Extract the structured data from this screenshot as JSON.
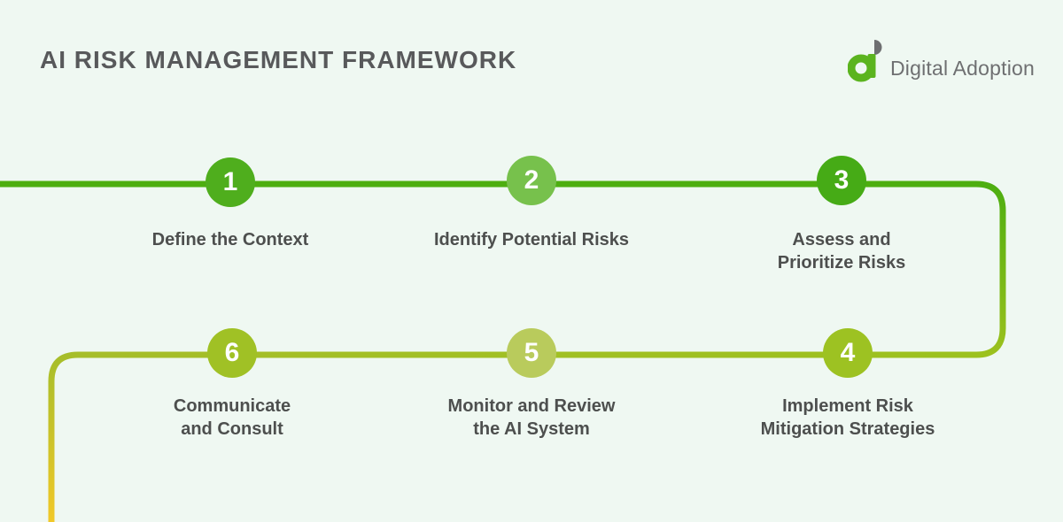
{
  "title": "AI RISK MANAGEMENT FRAMEWORK",
  "logo": {
    "name": "Digital Adoption"
  },
  "colors": {
    "background": "#EFF8F2",
    "title_text": "#58595B",
    "label_text": "#4D4F4E",
    "line_green": "#4DAE10",
    "line_yellow_green": "#9CC11E",
    "line_olive": "#A6BE2A",
    "line_gold": "#F2C829",
    "logo_green": "#5BB41F",
    "logo_gray": "#6E6F71",
    "number_text": "#FFFFFF"
  },
  "steps": [
    {
      "number": "1",
      "color": "#4FAE1D",
      "label_lines": [
        "Define the Context"
      ]
    },
    {
      "number": "2",
      "color": "#77C14C",
      "label_lines": [
        "Identify Potential Risks"
      ]
    },
    {
      "number": "3",
      "color": "#46AB16",
      "label_lines": [
        "Assess and",
        "Prioritize Risks"
      ]
    },
    {
      "number": "4",
      "color": "#9DC222",
      "label_lines": [
        "Implement Risk",
        "Mitigation Strategies"
      ]
    },
    {
      "number": "5",
      "color": "#B9CB5C",
      "label_lines": [
        "Monitor and Review",
        "the AI System"
      ]
    },
    {
      "number": "6",
      "color": "#A0C125",
      "label_lines": [
        "Communicate",
        "and Consult"
      ]
    }
  ]
}
